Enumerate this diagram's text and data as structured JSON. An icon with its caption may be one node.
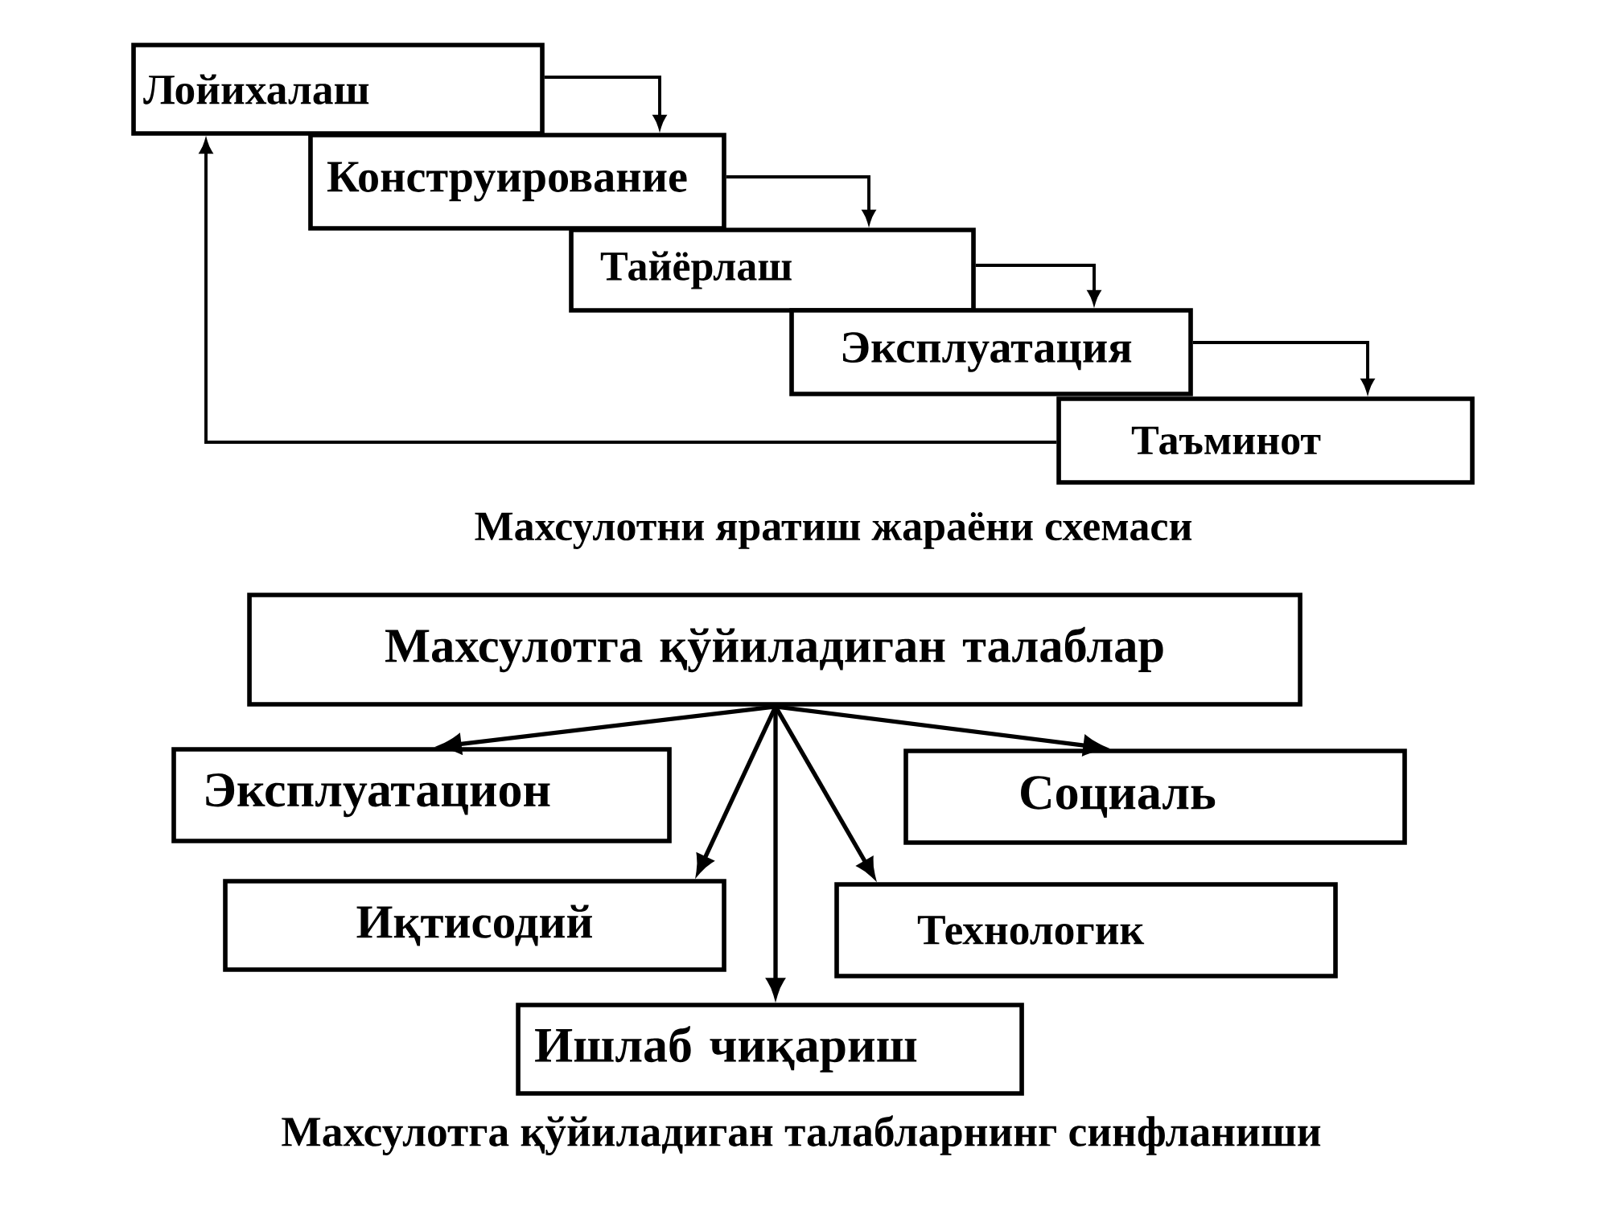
{
  "diagram": {
    "nodes": [
      {
        "text": [
          "Лойихалаш"
        ]
      },
      {
        "text": [
          "Конструирование"
        ]
      },
      {
        "text": [
          "Тайёрлаш"
        ]
      },
      {
        "text": [
          "Эксплуатация"
        ]
      },
      {
        "text": [
          "Таъминот"
        ]
      },
      {
        "text": [
          "Махсулотга қўйиладиган талаблар"
        ]
      },
      {
        "text": [
          "Эксплуатацион"
        ]
      },
      {
        "text": [
          "Социаль"
        ]
      },
      {
        "text": [
          "Иқтисодий"
        ]
      },
      {
        "text": [
          "Технологик"
        ]
      },
      {
        "text": [
          "Ишлаб чиқариш"
        ]
      }
    ],
    "edges": [
      {
        "from": 0,
        "to": 1,
        "arrow": "to"
      },
      {
        "from": 1,
        "to": 2,
        "arrow": "to"
      },
      {
        "from": 2,
        "to": 3,
        "arrow": "to"
      },
      {
        "from": 3,
        "to": 4,
        "arrow": "to"
      },
      {
        "from": 4,
        "to": 0,
        "arrow": "to"
      },
      {
        "from": 5,
        "to": 6,
        "arrow": "to"
      },
      {
        "from": 5,
        "to": 8,
        "arrow": "to"
      },
      {
        "from": 5,
        "to": 10,
        "arrow": "to"
      },
      {
        "from": 5,
        "to": 9,
        "arrow": "to"
      },
      {
        "from": 5,
        "to": 7,
        "arrow": "to"
      }
    ],
    "labels": [
      "Махсулотни яратиш жараёни схемаси",
      "Махсулотга қўйиладиган талабларнинг синфланиши"
    ]
  }
}
